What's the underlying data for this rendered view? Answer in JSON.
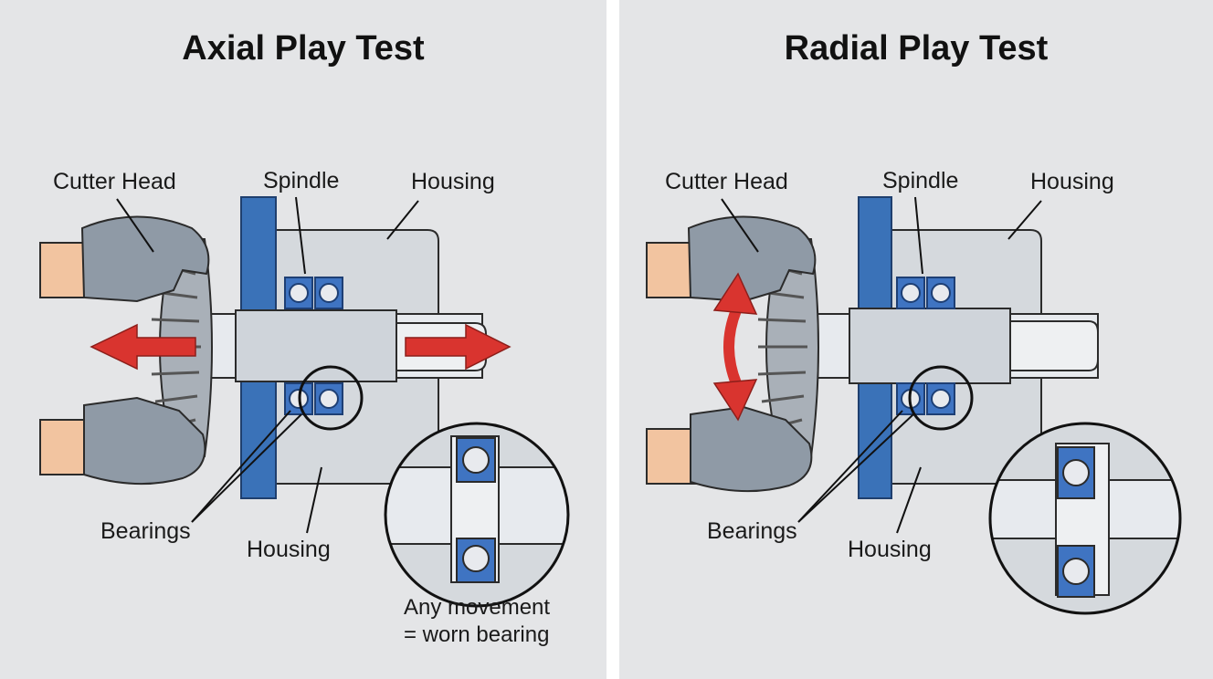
{
  "colors": {
    "background": "#e4e5e7",
    "housing": "#d5d9dd",
    "flange": "#3a72b8",
    "bearing": "#3f74c2",
    "arrow": "#d9342f",
    "glove": "#8f9aa6",
    "skin": "#f2c4a0"
  },
  "axial": {
    "title": "Axial Play Test",
    "labels": {
      "cutter_head": "Cutter Head",
      "spindle": "Spindle",
      "housing_top": "Housing",
      "bearings": "Bearings",
      "housing_bottom": "Housing"
    },
    "note_line1": "Any movement",
    "note_line2": "= worn bearing"
  },
  "radial": {
    "title": "Radial Play Test",
    "labels": {
      "cutter_head": "Cutter Head",
      "spindle": "Spindle",
      "housing_top": "Housing",
      "bearings": "Bearings",
      "housing_bottom": "Housing"
    }
  }
}
